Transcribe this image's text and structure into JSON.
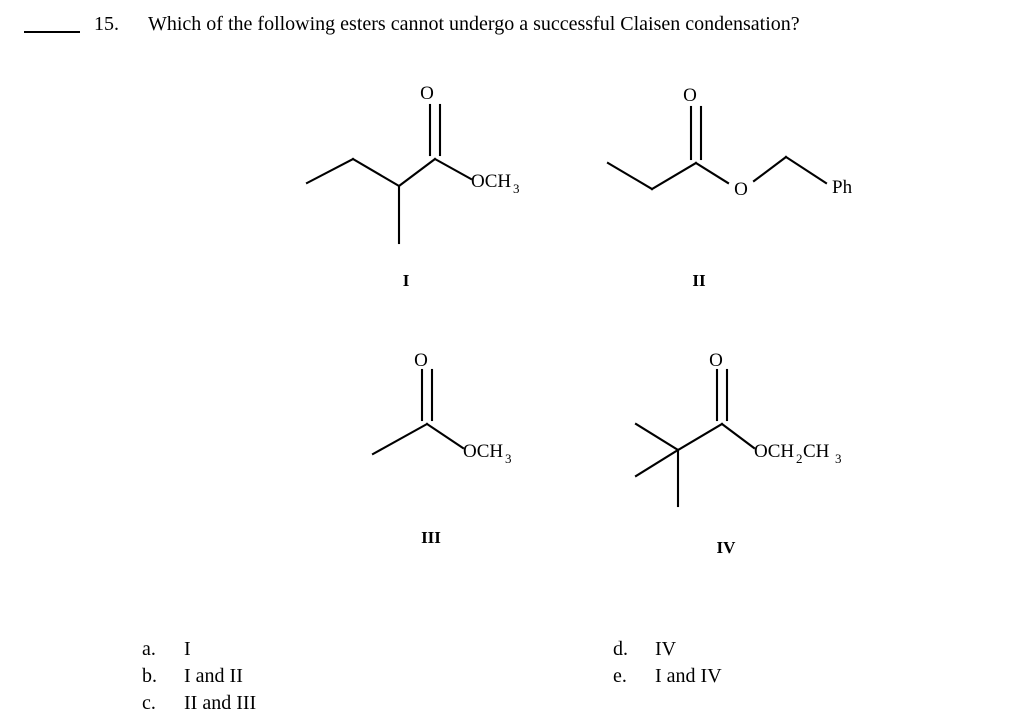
{
  "question": {
    "blank": "answer-blank-line",
    "number": "15.",
    "text": "Which of the following esters cannot undergo a successful Claisen condensation?"
  },
  "structures": [
    {
      "label": "I",
      "name": "methyl 2-methylbutanoate",
      "carbonyl_oxygen": "O",
      "ester_group": "OCH",
      "ester_group_sub": "3"
    },
    {
      "label": "II",
      "name": "benzyl propanoate",
      "carbonyl_oxygen": "O",
      "ester_oxygen": "O",
      "aryl_group": "Ph"
    },
    {
      "label": "III",
      "name": "methyl acetate",
      "carbonyl_oxygen": "O",
      "ester_group": "OCH",
      "ester_group_sub": "3"
    },
    {
      "label": "IV",
      "name": "ethyl 2,2-dimethylpropanoate",
      "carbonyl_oxygen": "O",
      "ester_group_a": "OCH",
      "ester_group_a_sub": "2",
      "ester_group_b": "CH",
      "ester_group_b_sub": "3"
    }
  ],
  "options": {
    "left": [
      {
        "letter": "a.",
        "text": "I"
      },
      {
        "letter": "b.",
        "text": "I and II"
      },
      {
        "letter": "c.",
        "text": "II and III"
      }
    ],
    "right": [
      {
        "letter": "d.",
        "text": "IV"
      },
      {
        "letter": "e.",
        "text": "I and IV"
      }
    ]
  },
  "colors": {
    "ink": "#000000",
    "page": "#ffffff"
  }
}
